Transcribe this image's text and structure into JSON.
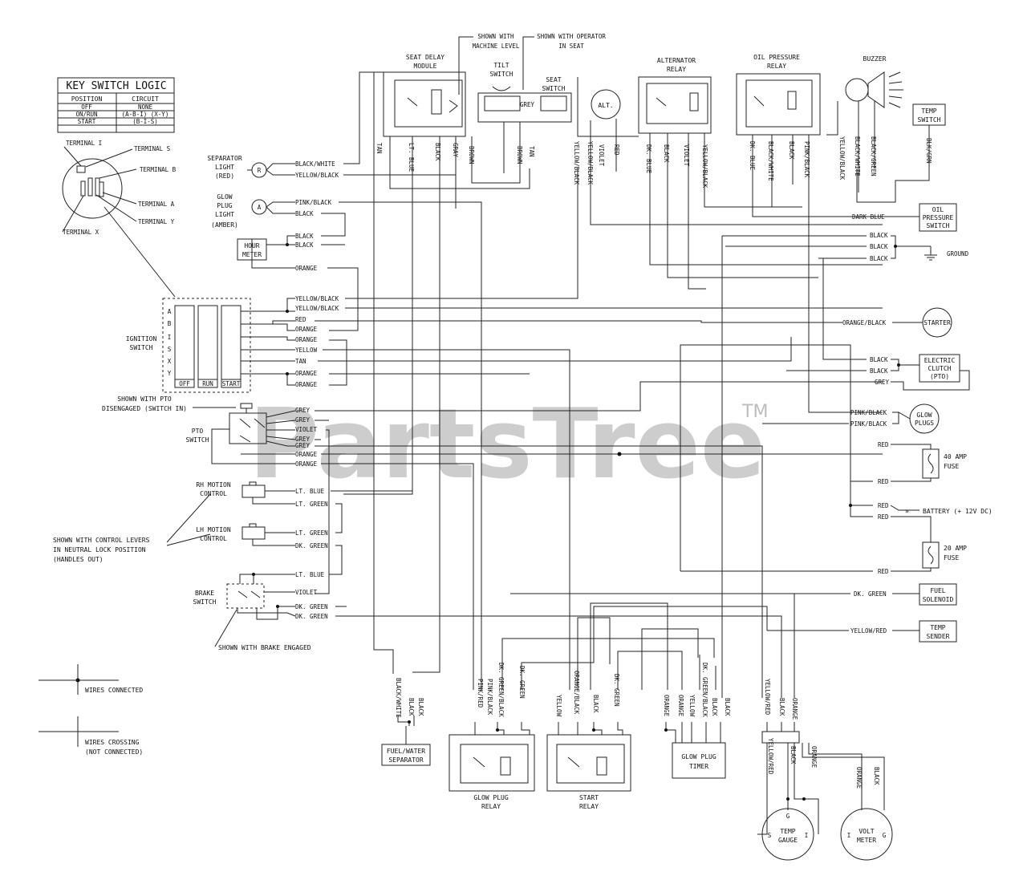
{
  "watermark": {
    "text": "PartsTree",
    "tm": "TM"
  },
  "key_switch_logic": {
    "title": "KEY SWITCH LOGIC",
    "headers": [
      "POSITION",
      "CIRCUIT"
    ],
    "rows": [
      [
        "OFF",
        "NONE"
      ],
      [
        "ON/RUN",
        "(A-B-I) (X-Y)"
      ],
      [
        "START",
        "(B-I-S)"
      ]
    ]
  },
  "terminals": {
    "i": "TERMINAL I",
    "s": "TERMINAL S",
    "b": "TERMINAL B",
    "a": "TERMINAL A",
    "y": "TERMINAL Y",
    "x": "TERMINAL X"
  },
  "components": {
    "separator_light": [
      "SEPARATOR",
      "LIGHT",
      "(RED)"
    ],
    "separator_symbol": "R",
    "glow_plug_light": [
      "GLOW",
      "PLUG",
      "LIGHT",
      "(AMBER)"
    ],
    "glow_symbol": "A",
    "hour_meter": [
      "HOUR",
      "METER"
    ],
    "ignition_switch": [
      "IGNITION",
      "SWITCH"
    ],
    "ignition_letters": [
      "A",
      "B",
      "I",
      "S",
      "X",
      "Y"
    ],
    "ignition_positions": [
      "OFF",
      "RUN",
      "START"
    ],
    "pto_note": [
      "SHOWN WITH PTO",
      "DISENGAGED (SWITCH IN)"
    ],
    "pto_switch": [
      "PTO",
      "SWITCH"
    ],
    "rh_motion": [
      "RH MOTION",
      "CONTROL"
    ],
    "lh_motion": [
      "LH MOTION",
      "CONTROL"
    ],
    "control_note": [
      "SHOWN WITH CONTROL LEVERS",
      "IN NEUTRAL LOCK POSITION",
      "(HANDLES OUT)"
    ],
    "brake_switch": [
      "BRAKE",
      "SWITCH"
    ],
    "brake_note": "SHOWN WITH BRAKE ENGAGED",
    "seat_delay": [
      "SEAT DELAY",
      "MODULE"
    ],
    "machine_level_note": [
      "SHOWN WITH",
      "MACHINE LEVEL"
    ],
    "operator_note": [
      "SHOWN WITH OPERATOR",
      "IN SEAT"
    ],
    "tilt_switch": [
      "TILT",
      "SWITCH"
    ],
    "seat_switch": [
      "SEAT",
      "SWITCH"
    ],
    "alt": "ALT.",
    "alternator_relay": [
      "ALTERNATOR",
      "RELAY"
    ],
    "oil_pressure_relay": [
      "OIL PRESSURE",
      "RELAY"
    ],
    "buzzer": "BUZZER",
    "temp_switch": [
      "TEMP",
      "SWITCH"
    ],
    "oil_pressure_switch": [
      "OIL",
      "PRESSURE",
      "SWITCH"
    ],
    "ground": "GROUND",
    "starter": "STARTER",
    "electric_clutch": [
      "ELECTRIC",
      "CLUTCH",
      "(PTO)"
    ],
    "glow_plugs": [
      "GLOW",
      "PLUGS"
    ],
    "fuse_40": [
      "40 AMP",
      "FUSE"
    ],
    "battery": "BATTERY (+ 12V DC)",
    "fuse_20": [
      "20 AMP",
      "FUSE"
    ],
    "fuel_solenoid": [
      "FUEL",
      "SOLENOID"
    ],
    "temp_sender": [
      "TEMP",
      "SENDER"
    ],
    "fuel_water_separator": [
      "FUEL/WATER",
      "SEPARATOR"
    ],
    "glow_plug_relay": [
      "GLOW PLUG",
      "RELAY"
    ],
    "start_relay": [
      "START",
      "RELAY"
    ],
    "glow_plug_timer": [
      "GLOW PLUG",
      "TIMER"
    ],
    "temp_gauge": [
      "TEMP",
      "GAUGE"
    ],
    "temp_gauge_pins": [
      "S",
      "G",
      "I"
    ],
    "volt_meter": [
      "VOLT",
      "METER"
    ],
    "volt_meter_pins": [
      "I",
      "G"
    ]
  },
  "legend": {
    "connected": "WIRES CONNECTED",
    "crossing": [
      "WIRES CROSSING",
      "(NOT CONNECTED)"
    ]
  },
  "wire_labels": {
    "left": [
      "BLACK/WHITE",
      "YELLOW/BLACK",
      "PINK/BLACK",
      "BLACK",
      "BLACK",
      "BLACK",
      "ORANGE",
      "YELLOW/BLACK",
      "YELLOW/BLACK",
      "RED",
      "ORANGE",
      "ORANGE",
      "YELLOW",
      "TAN",
      "ORANGE",
      "ORANGE",
      "GREY",
      "GREY",
      "VIOLET",
      "GREY",
      "GREY",
      "ORANGE",
      "ORANGE",
      "LT. BLUE",
      "LT. GREEN",
      "LT. GREEN",
      "DK. GREEN",
      "LT. BLUE",
      "VIOLET",
      "DK. GREEN",
      "DK. GREEN"
    ],
    "right": [
      "DARK BLUE",
      "BLACK",
      "BLACK",
      "BLACK",
      "ORANGE/BLACK",
      "BLACK",
      "BLACK",
      "GREY",
      "PINK/BLACK",
      "PINK/BLACK",
      "RED",
      "RED",
      "RED",
      "RED",
      "RED",
      "DK. GREEN",
      "YELLOW/RED"
    ],
    "top": [
      "TAN",
      "LT. BLUE",
      "BLACK",
      "GRAY",
      "BROWN",
      "BROWN",
      "TAN",
      "YELLOW/BLACK",
      "YELLOW/BLACK",
      "VIOLET",
      "RED",
      "DK. BLUE",
      "BLACK",
      "VIOLET",
      "YELLOW/BLACK",
      "DK. BLUE",
      "BLACK/WHITE",
      "BLACK",
      "PINK/BLACK",
      "YELLOW/BLACK",
      "BLACK/WHITE",
      "BLACK/GREEN",
      "BLK/GRN",
      "GREY"
    ],
    "bottom": [
      "BLACK/WHITE",
      "BLACK",
      "BLACK",
      "PINK/RED",
      "PINK/BLACK",
      "DK. GREEN/BLACK",
      "DK. GREEN",
      "YELLOW",
      "ORANGE/BLACK",
      "BLACK",
      "DK. GREEN",
      "ORANGE",
      "ORANGE",
      "YELLOW",
      "DK. GREEN/BLACK",
      "BLACK",
      "BLACK",
      "YELLOW/RED",
      "BLACK",
      "ORANGE",
      "YELLOW/RED",
      "BLACK",
      "ORANGE",
      "ORANGE",
      "BLACK"
    ]
  }
}
